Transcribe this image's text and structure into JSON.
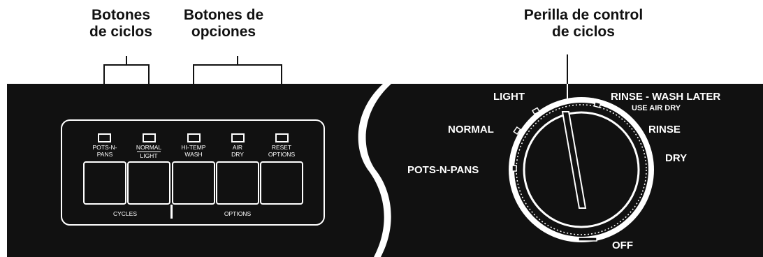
{
  "callouts": {
    "cycle_buttons": [
      "Botones",
      "de ciclos"
    ],
    "option_buttons": [
      "Botones de",
      "opciones"
    ],
    "cycle_knob": [
      "Perilla de control",
      "de ciclos"
    ]
  },
  "buttons": [
    {
      "label_top": "POTS-N-",
      "label_bottom": "PANS",
      "group": "cycles",
      "has_indicator": true
    },
    {
      "label_top": "NORMAL",
      "label_bottom": "LIGHT",
      "group": "cycles",
      "has_indicator": true,
      "underline_top": true
    },
    {
      "label_top": "HI-TEMP",
      "label_bottom": "WASH",
      "group": "options",
      "has_indicator": true
    },
    {
      "label_top": "AIR",
      "label_bottom": "DRY",
      "group": "options",
      "has_indicator": true
    },
    {
      "label_top": "RESET",
      "label_bottom": "OPTIONS",
      "group": "options",
      "has_indicator": true
    }
  ],
  "groups": {
    "cycles": "CYCLES",
    "options": "OPTIONS"
  },
  "dial": {
    "light": "LIGHT",
    "normal": "NORMAL",
    "pots": "POTS-N-PANS",
    "rinse_wash_later": "RINSE - WASH LATER",
    "use_air_dry": "USE AIR DRY",
    "rinse": "RINSE",
    "dry": "DRY",
    "off": "OFF"
  },
  "colors": {
    "panel": "#111111",
    "text": "#ffffff",
    "paper": "#ffffff"
  }
}
